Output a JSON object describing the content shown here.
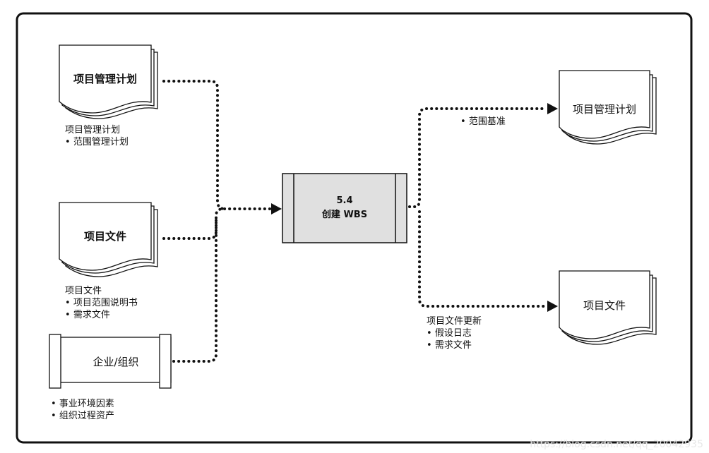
{
  "diagram": {
    "process": {
      "number": "5.4",
      "name": "创建 WBS"
    },
    "inputs": [
      {
        "title": "项目管理计划",
        "notes_heading": "项目管理计划",
        "notes": [
          "范围管理计划"
        ]
      },
      {
        "title": "项目文件",
        "notes_heading": "项目文件",
        "notes": [
          "项目范围说明书",
          "需求文件"
        ]
      },
      {
        "title": "企业/组织",
        "notes_heading": "",
        "notes": [
          "事业环境因素",
          "组织过程资产"
        ]
      }
    ],
    "outputs": [
      {
        "title": "项目管理计划",
        "notes_heading": "",
        "notes": [
          "范围基准"
        ]
      },
      {
        "title": "项目文件",
        "notes_heading": "项目文件更新",
        "notes": [
          "假设日志",
          "需求文件"
        ]
      }
    ],
    "colors": {
      "process_fill": "#e0e0e0",
      "stroke": "#111111",
      "background": "#ffffff"
    }
  },
  "watermark": "https://blog.csdn.net/qq_20042935"
}
